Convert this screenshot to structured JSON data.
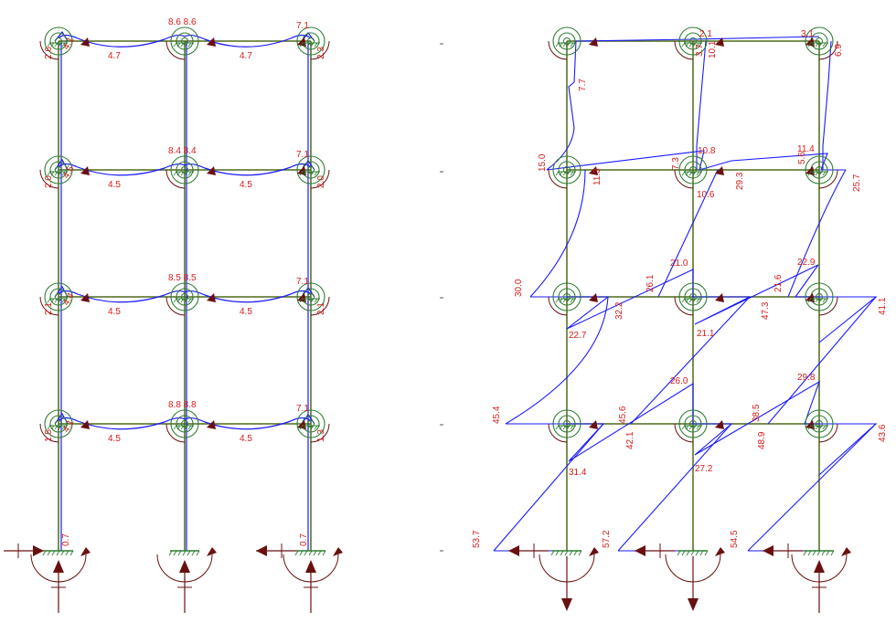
{
  "colors": {
    "frame": "#4e6a1a",
    "diagram": "#1a1aff",
    "label": "#d81b1b",
    "support": "#6a1010",
    "joint": "#2e7d32"
  },
  "left_panel": {
    "beam_moment_labels": [
      [
        "4.7",
        "4.7"
      ],
      [
        "4.5",
        "4.5"
      ],
      [
        "4.5",
        "4.5"
      ],
      [
        "4.5",
        "4.5"
      ]
    ],
    "center_joint_labels": [
      "8.6 8.6",
      "8.4 8.4",
      "8.5 8.5",
      "8.8 8.8"
    ],
    "side_column_labels_left": [
      "2.6",
      "2.0",
      "2.1",
      "1.5"
    ],
    "side_column_labels_right": [
      "2.3",
      "2.0",
      "2.1",
      "1.3"
    ],
    "joint_small_labels_left": [
      "4.1",
      "4.5",
      "4.4",
      "4.1"
    ],
    "joint_small_labels_right": [
      "7.1",
      "7.1",
      "7.1",
      "7.1"
    ],
    "base_labels": [
      "0.7",
      "0.7"
    ]
  },
  "right_panel": {
    "labels": [
      "2.1",
      "3.1",
      "3.7",
      "10.1",
      "6.9",
      "7.7",
      "15.0",
      "10.8",
      "11.4",
      "11.3",
      "10.6",
      "7.3",
      "5.6",
      "29.3",
      "25.7",
      "30.0",
      "21.0",
      "22.9",
      "26.1",
      "21.6",
      "32.2",
      "47.3",
      "41.1",
      "22.7",
      "21.1",
      "45.4",
      "26.0",
      "29.8",
      "45.6",
      "38.5",
      "42.1",
      "48.9",
      "43.6",
      "31.4",
      "27.2",
      "53.7",
      "57.2",
      "54.5"
    ]
  }
}
